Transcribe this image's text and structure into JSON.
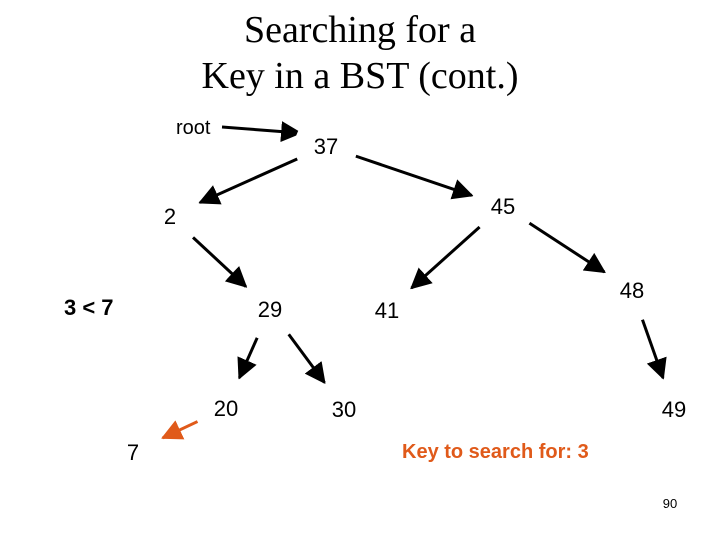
{
  "title": {
    "line1": "Searching for a",
    "line2": "Key in a BST (cont.)"
  },
  "root_label": "root",
  "comparison": "3 < 7",
  "key_prompt": "Key to search for: 3",
  "slide_number": "90",
  "colors": {
    "edge": "#000000",
    "node_fill": "#ffffff",
    "highlight": "#e05a1a"
  },
  "nodes": [
    {
      "id": "n37",
      "label": "37"
    },
    {
      "id": "n2",
      "label": "2"
    },
    {
      "id": "n45",
      "label": "45"
    },
    {
      "id": "n29",
      "label": "29"
    },
    {
      "id": "n41",
      "label": "41"
    },
    {
      "id": "n48",
      "label": "48"
    },
    {
      "id": "n20",
      "label": "20"
    },
    {
      "id": "n30",
      "label": "30"
    },
    {
      "id": "n49",
      "label": "49"
    },
    {
      "id": "n7",
      "label": "7"
    }
  ],
  "edges": [
    {
      "from": "n37",
      "to": "n2",
      "highlight": false
    },
    {
      "from": "n37",
      "to": "n45",
      "highlight": false
    },
    {
      "from": "n2",
      "to": "n29",
      "highlight": false
    },
    {
      "from": "n45",
      "to": "n41",
      "highlight": false
    },
    {
      "from": "n45",
      "to": "n48",
      "highlight": false
    },
    {
      "from": "n29",
      "to": "n20",
      "highlight": false
    },
    {
      "from": "n29",
      "to": "n30",
      "highlight": false
    },
    {
      "from": "n48",
      "to": "n49",
      "highlight": false
    },
    {
      "from": "n20",
      "to": "n7",
      "highlight": true
    }
  ]
}
